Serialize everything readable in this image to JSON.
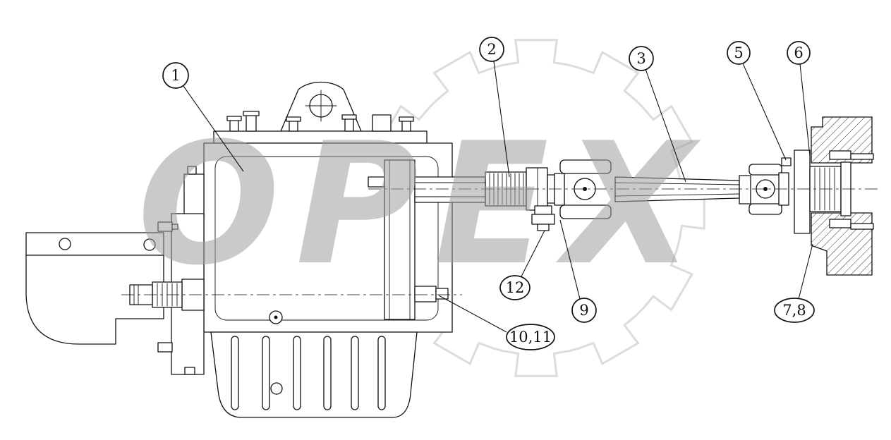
{
  "figure": {
    "watermark_text": "OPEX",
    "callouts": [
      {
        "label": "1"
      },
      {
        "label": "2"
      },
      {
        "label": "3"
      },
      {
        "label": "5"
      },
      {
        "label": "6"
      },
      {
        "label": "9"
      },
      {
        "label": "12"
      },
      {
        "label": "10,11"
      },
      {
        "label": "7,8"
      }
    ],
    "colors": {
      "line": "#111111",
      "watermark": "#a0a0a0",
      "gear_outline": "#d8d8d8",
      "background": "#ffffff"
    }
  }
}
